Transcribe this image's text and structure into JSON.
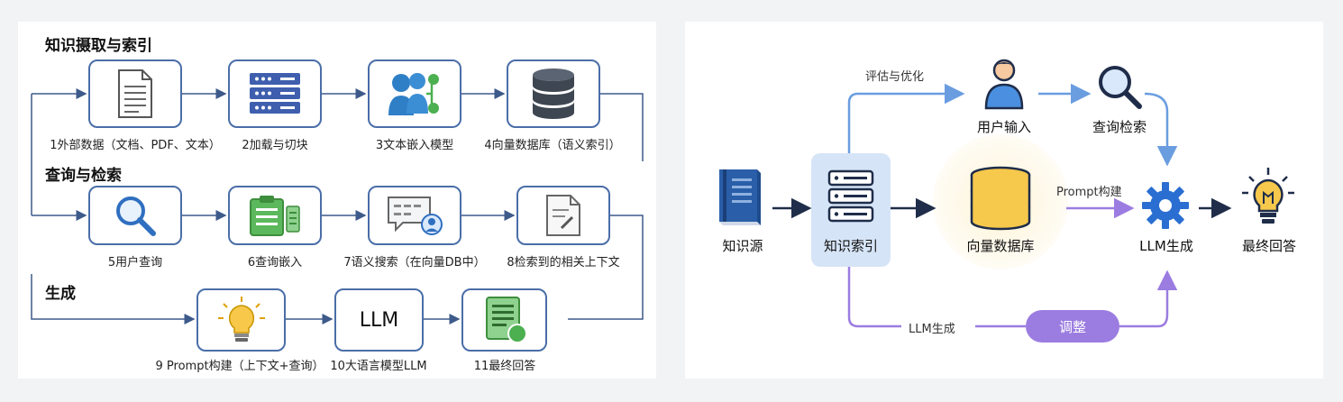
{
  "left": {
    "sections": [
      {
        "title": "知识摄取与索引"
      },
      {
        "title": "查询与检索"
      },
      {
        "title": "生成"
      }
    ],
    "steps": [
      "1外部数据（文档、PDF、文本）",
      "2加载与切块",
      "3文本嵌入模型",
      "4向量数据库（语义索引）",
      "5用户查询",
      "6查询嵌入",
      "7语义搜索（在向量DB中）",
      "8检索到的相关上下文",
      "9 Prompt构建（上下文+查询）",
      "10大语言模型LLM",
      "11最终回答"
    ],
    "llm_box_text": "LLM"
  },
  "right": {
    "knowledge_source": "知识源",
    "knowledge_index": "知识索引",
    "vector_db": "向量数据库",
    "user_input": "用户输入",
    "query_retrieval": "查询检索",
    "llm_gen": "LLM生成",
    "final_answer": "最终回答",
    "eval_opt": "评估与优化",
    "prompt_build": "Prompt构建",
    "llm_gen_path": "LLM生成",
    "adjust": "调整"
  },
  "colors": {
    "box_border": "#4a6ea8",
    "connector": "#3d5a8a",
    "light_blue_arrow": "#6a9de0",
    "purple_arrow": "#9b7ce0",
    "adjust_pill": "#9b7ce0",
    "index_bg": "#d6e4f7",
    "db_glow": "#fdf3d6"
  }
}
